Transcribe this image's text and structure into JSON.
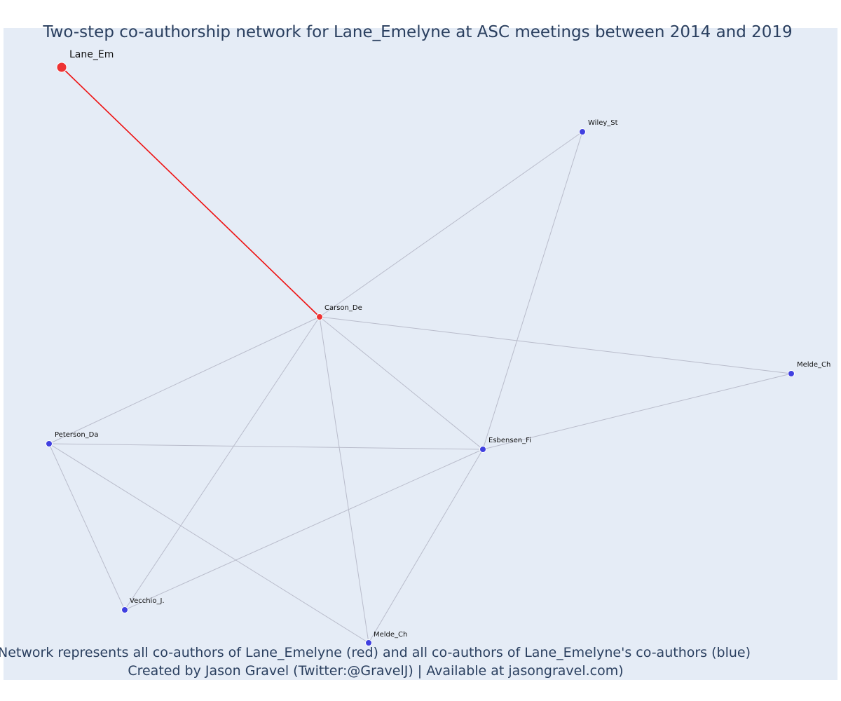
{
  "title": "Two-step co-authorship network for Lane_Emelyne at ASC meetings between 2014 and 2019",
  "caption_line1": "Network represents all co-authors of Lane_Emelyne (red) and all co-authors of Lane_Emelyne's co-authors (blue)",
  "caption_line2": "Created by Jason Gravel (Twitter:@GravelJ) | Available at jasongravel.com)",
  "colors": {
    "background": "#e5ecf6",
    "ego_node": "#ee3333",
    "first_degree_node": "#ee3333",
    "second_degree_node": "#4040e0",
    "ego_edge": "#ee1111",
    "other_edge": "#b9bccb",
    "title_text": "#2a3f5f"
  },
  "nodes": [
    {
      "id": "lane",
      "label": "Lane_Em",
      "group": "ego"
    },
    {
      "id": "carson",
      "label": "Carson_De",
      "group": "first"
    },
    {
      "id": "wiley",
      "label": "Wiley_St",
      "group": "second"
    },
    {
      "id": "melde1",
      "label": "Melde_Ch",
      "group": "second"
    },
    {
      "id": "esbensen",
      "label": "Esbensen_Fi",
      "group": "second"
    },
    {
      "id": "peterson",
      "label": "Peterson_Da",
      "group": "second"
    },
    {
      "id": "vecchio",
      "label": "Vecchio_J.",
      "group": "second"
    },
    {
      "id": "melde2",
      "label": "Melde_Ch",
      "group": "second"
    }
  ],
  "edges": [
    {
      "source": "lane",
      "target": "carson",
      "type": "ego"
    },
    {
      "source": "carson",
      "target": "wiley",
      "type": "other"
    },
    {
      "source": "carson",
      "target": "melde1",
      "type": "other"
    },
    {
      "source": "carson",
      "target": "esbensen",
      "type": "other"
    },
    {
      "source": "carson",
      "target": "peterson",
      "type": "other"
    },
    {
      "source": "carson",
      "target": "vecchio",
      "type": "other"
    },
    {
      "source": "carson",
      "target": "melde2",
      "type": "other"
    },
    {
      "source": "wiley",
      "target": "esbensen",
      "type": "other"
    },
    {
      "source": "melde1",
      "target": "esbensen",
      "type": "other"
    },
    {
      "source": "peterson",
      "target": "esbensen",
      "type": "other"
    },
    {
      "source": "peterson",
      "target": "vecchio",
      "type": "other"
    },
    {
      "source": "peterson",
      "target": "melde2",
      "type": "other"
    },
    {
      "source": "esbensen",
      "target": "vecchio",
      "type": "other"
    },
    {
      "source": "esbensen",
      "target": "melde2",
      "type": "other"
    }
  ]
}
